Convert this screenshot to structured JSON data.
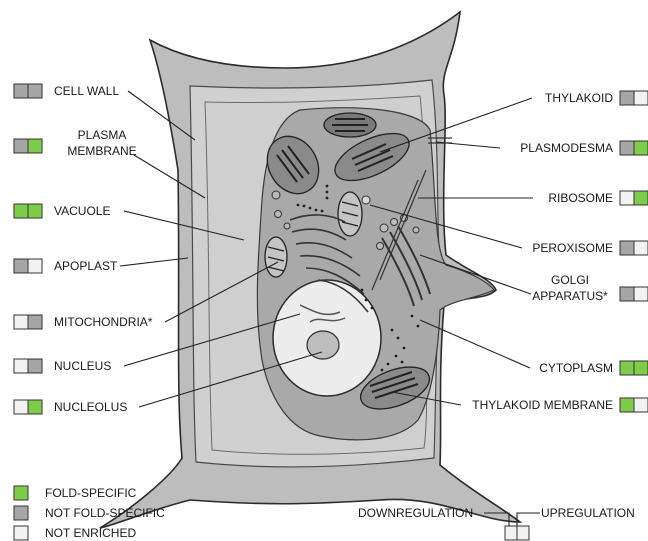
{
  "colors": {
    "fold_specific": "#7dcd4a",
    "not_fold_specific": "#a6a6a6",
    "not_enriched": "#f2f2f2",
    "cell_fill": "#c8c8c8",
    "cytoplasm_fill": "#a9a9a9",
    "outline": "#2b2b2b"
  },
  "left_labels": [
    {
      "id": "cell-wall",
      "lines": [
        "CELL WALL"
      ],
      "boxes": [
        "not_fold_specific",
        "not_fold_specific"
      ]
    },
    {
      "id": "plasma-membrane",
      "lines": [
        "PLASMA",
        "MEMBRANE"
      ],
      "boxes": [
        "not_fold_specific",
        "fold_specific"
      ]
    },
    {
      "id": "vacuole",
      "lines": [
        "VACUOLE"
      ],
      "boxes": [
        "fold_specific",
        "fold_specific"
      ]
    },
    {
      "id": "apoplast",
      "lines": [
        "APOPLAST"
      ],
      "boxes": [
        "not_fold_specific",
        "not_enriched"
      ]
    },
    {
      "id": "mitochondria",
      "lines": [
        "MITOCHONDRIA*"
      ],
      "boxes": [
        "not_enriched",
        "not_fold_specific"
      ]
    },
    {
      "id": "nucleus",
      "lines": [
        "NUCLEUS"
      ],
      "boxes": [
        "not_enriched",
        "not_fold_specific"
      ]
    },
    {
      "id": "nucleolus",
      "lines": [
        "NUCLEOLUS"
      ],
      "boxes": [
        "not_enriched",
        "fold_specific"
      ]
    }
  ],
  "right_labels": [
    {
      "id": "thylakoid",
      "lines": [
        "THYLAKOID"
      ],
      "boxes": [
        "not_fold_specific",
        "not_enriched"
      ]
    },
    {
      "id": "plasmodesma",
      "lines": [
        "PLASMODESMA"
      ],
      "boxes": [
        "not_fold_specific",
        "fold_specific"
      ]
    },
    {
      "id": "ribosome",
      "lines": [
        "RIBOSOME"
      ],
      "boxes": [
        "not_enriched",
        "fold_specific"
      ]
    },
    {
      "id": "peroxisome",
      "lines": [
        "PEROXISOME"
      ],
      "boxes": [
        "not_fold_specific",
        "not_enriched"
      ]
    },
    {
      "id": "golgi-apparatus",
      "lines": [
        "GOLGI",
        "APPARATUS*"
      ],
      "boxes": [
        "not_fold_specific",
        "not_enriched"
      ]
    },
    {
      "id": "cytoplasm",
      "lines": [
        "CYTOPLASM"
      ],
      "boxes": [
        "fold_specific",
        "fold_specific"
      ]
    },
    {
      "id": "thylakoid-membrane",
      "lines": [
        "THYLAKOID MEMBRANE"
      ],
      "boxes": [
        "fold_specific",
        "not_enriched"
      ]
    }
  ],
  "legend": [
    {
      "key": "fold_specific",
      "label": "FOLD-SPECIFIC"
    },
    {
      "key": "not_fold_specific",
      "label": "NOT FOLD-SPECIFIC"
    },
    {
      "key": "not_enriched",
      "label": "NOT ENRICHED"
    }
  ],
  "regulation_key": {
    "left": "DOWNREGULATION",
    "right": "UPREGULATION"
  }
}
